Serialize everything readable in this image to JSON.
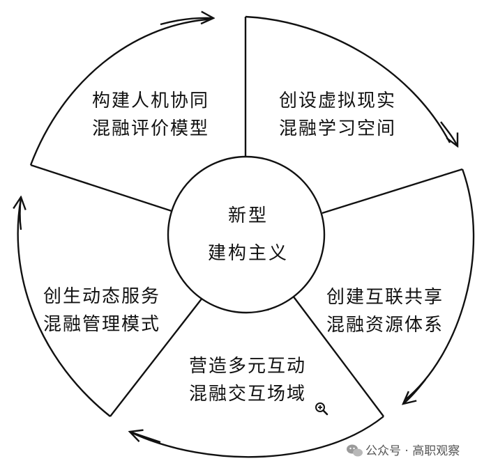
{
  "center": {
    "line1": "新型",
    "line2": "建构主义"
  },
  "segments": [
    {
      "line1": "构建人机协同",
      "line2": "混融评价模型"
    },
    {
      "line1": "创设虚拟现实",
      "line2": "混融学习空间"
    },
    {
      "line1": "创建互联共享",
      "line2": "混融资源体系"
    },
    {
      "line1": "营造多元互动",
      "line2": "混融交互场域"
    },
    {
      "line1": "创生动态服务",
      "line2": "混融管理模式"
    }
  ],
  "watermark": {
    "icon": "wechat-icon",
    "text": "公众号 · 高职观察"
  },
  "zoom_cursor": "zoom-in-icon",
  "colors": {
    "stroke": "#111111",
    "background": "#ffffff"
  }
}
